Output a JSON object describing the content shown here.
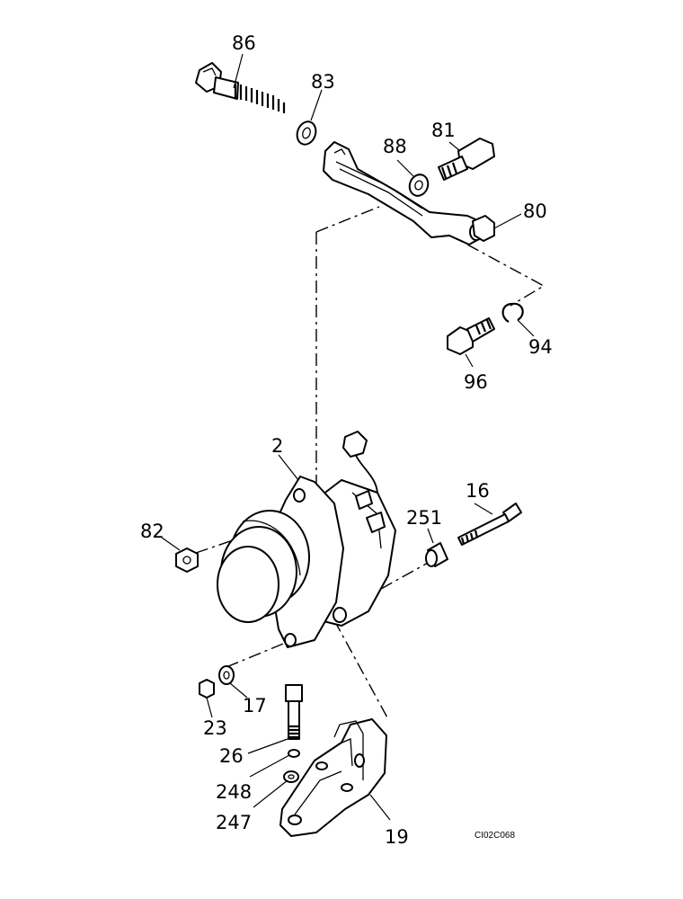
{
  "drawing_id": "CI02C068",
  "labels": {
    "p86": "86",
    "p83": "83",
    "p88": "88",
    "p81": "81",
    "p80": "80",
    "p94": "94",
    "p96": "96",
    "p2": "2",
    "p16": "16",
    "p251": "251",
    "p82": "82",
    "p17": "17",
    "p23": "23",
    "p26": "26",
    "p248": "248",
    "p247": "247",
    "p19": "19"
  }
}
